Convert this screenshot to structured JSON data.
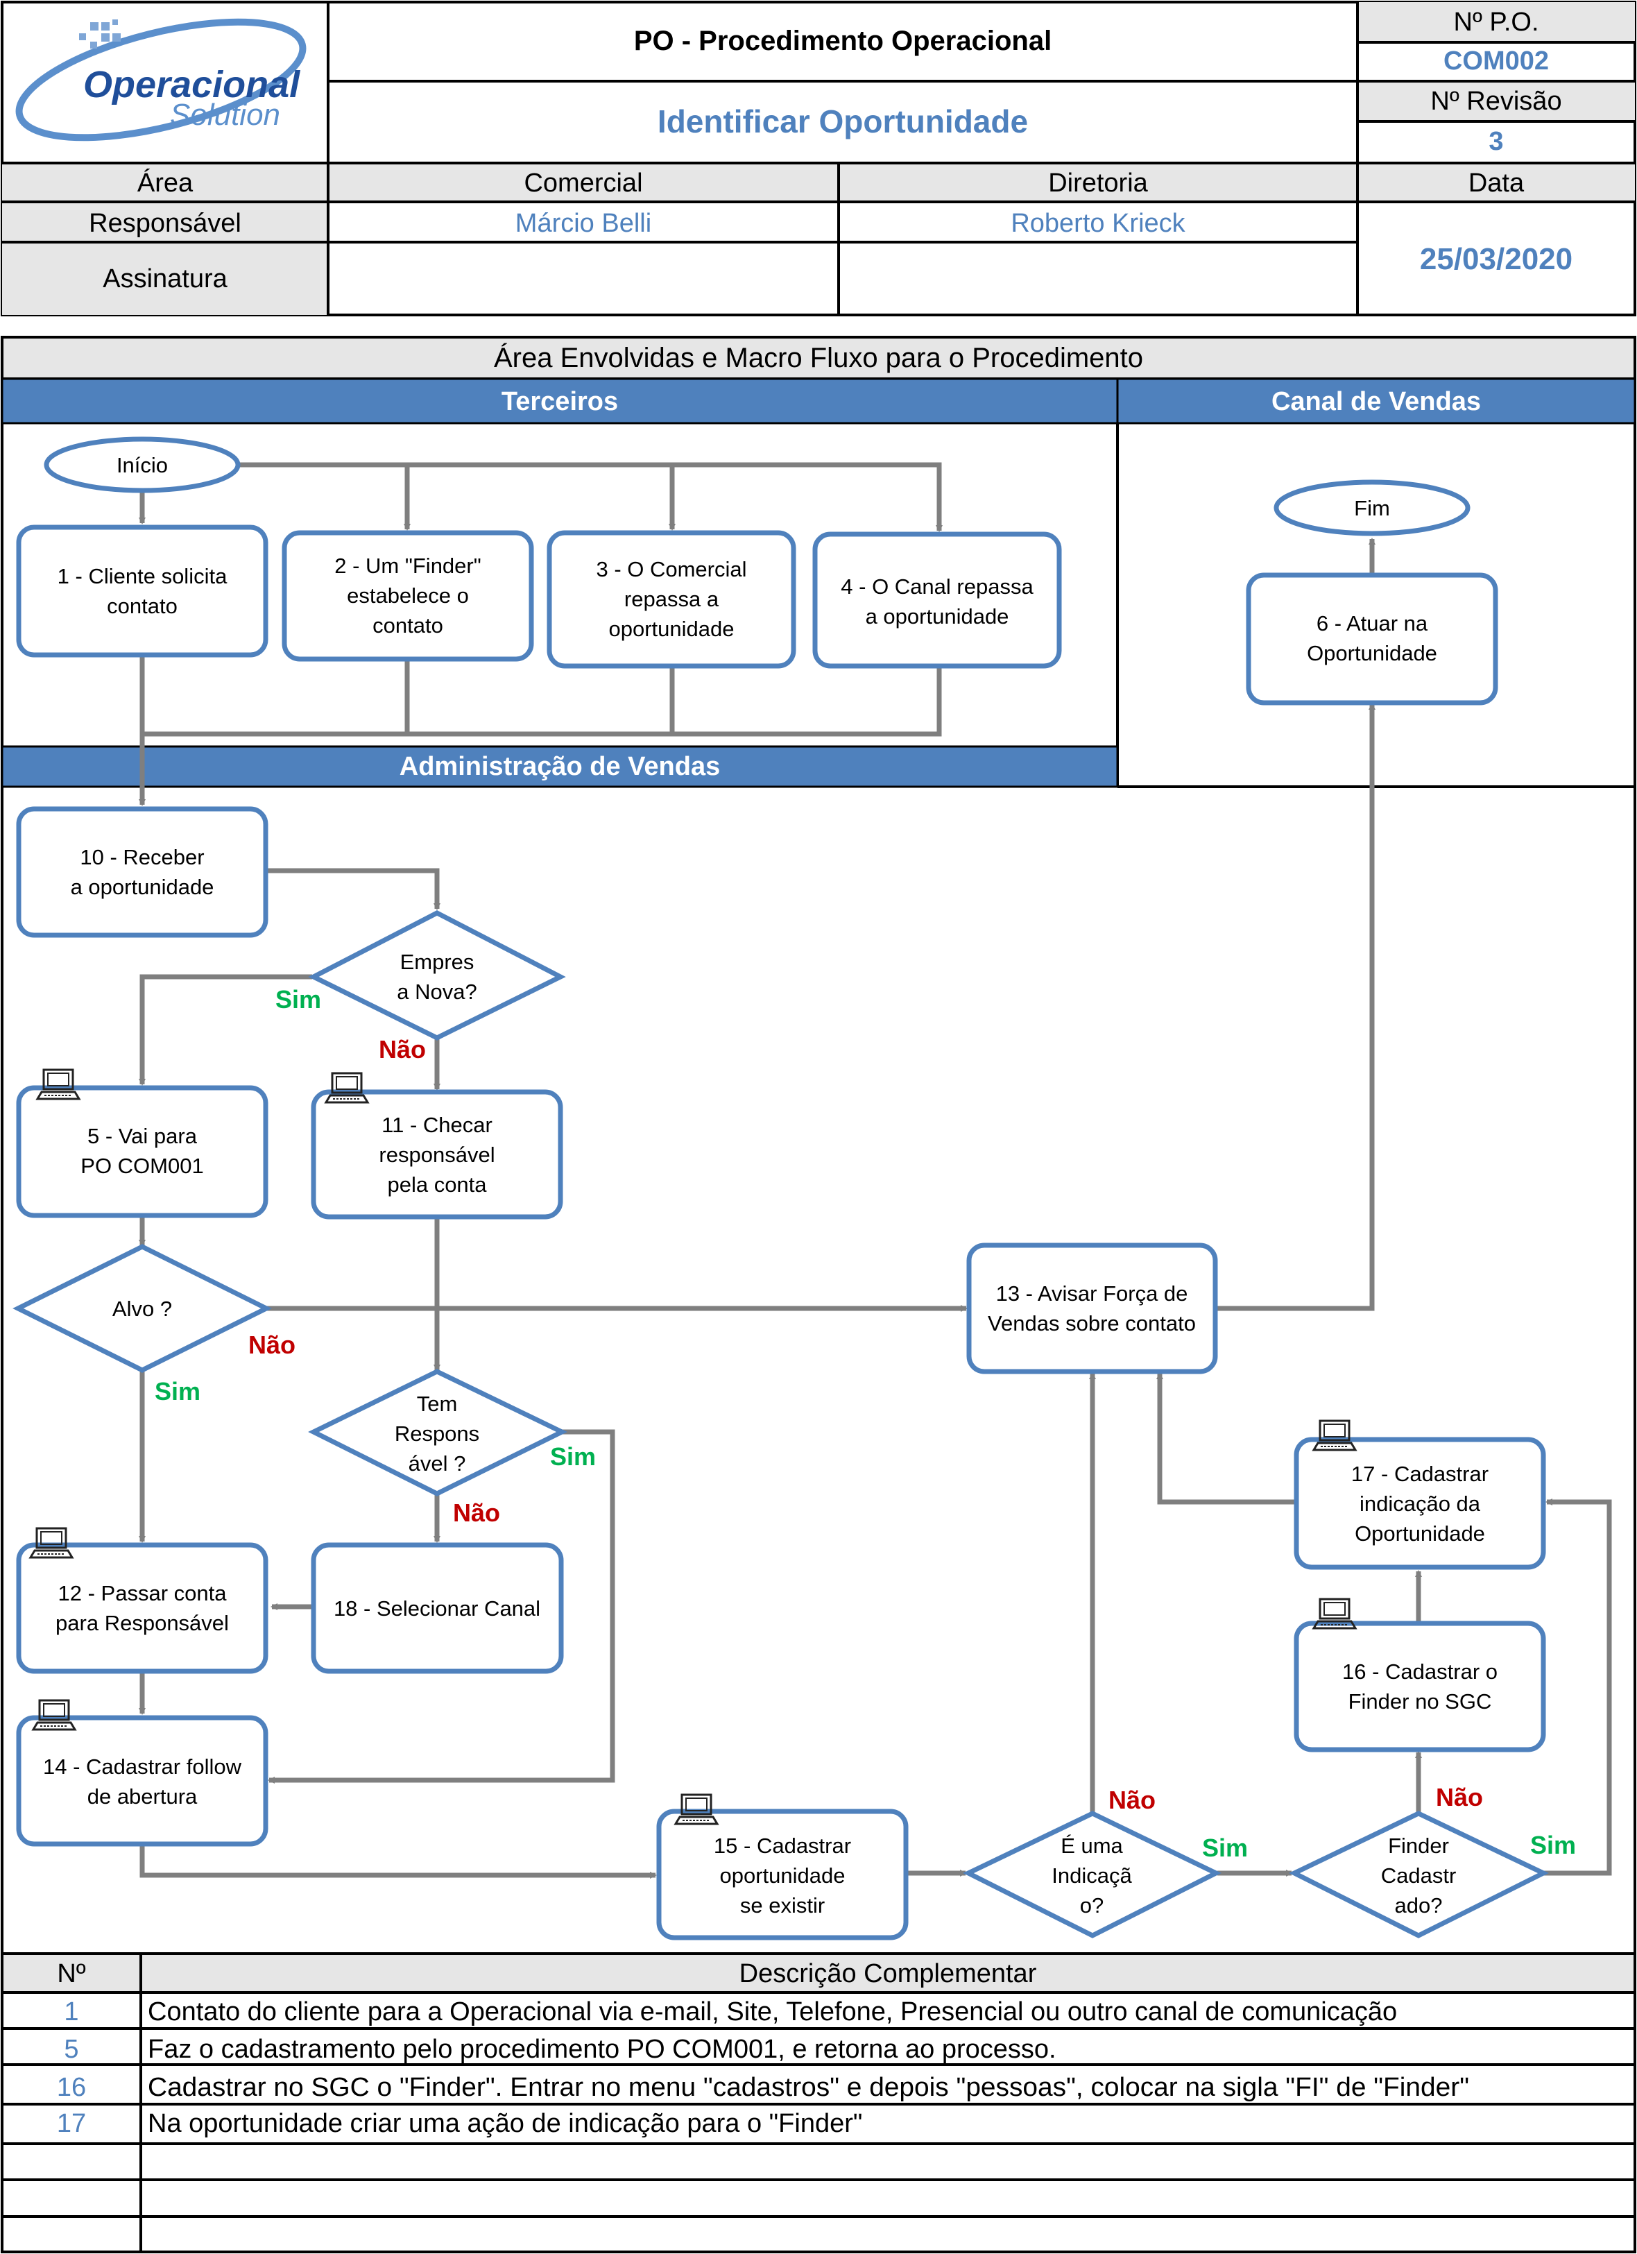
{
  "logo": {
    "line1": "Operacional",
    "line2": "Solution"
  },
  "header": {
    "title": "PO - Procedimento Operacional",
    "subtitle": "Identificar Oportunidade",
    "po_label": "Nº P.O.",
    "po_value": "COM002",
    "rev_label": "Nº Revisão",
    "rev_value": "3",
    "area_label": "Área",
    "comercial_label": "Comercial",
    "diretoria_label": "Diretoria",
    "data_label": "Data",
    "responsavel_label": "Responsável",
    "responsavel_comercial": "Márcio Belli",
    "responsavel_diretoria": "Roberto Krieck",
    "data_value": "25/03/2020",
    "assinatura_label": "Assinatura"
  },
  "section_title": "Área Envolvidas e Macro Fluxo para o Procedimento",
  "lanes": {
    "terceiros": "Terceiros",
    "canal": "Canal de Vendas",
    "admin": "Administração de Vendas"
  },
  "nodes": {
    "inicio": "Início",
    "fim": "Fim",
    "n1": [
      "1 - Cliente solicita",
      "contato"
    ],
    "n2": [
      "2 - Um \"Finder\"",
      "estabelece o",
      "contato"
    ],
    "n3": [
      "3 - O Comercial",
      "repassa a",
      "oportunidade"
    ],
    "n4": [
      "4 - O Canal repassa",
      "a oportunidade"
    ],
    "n6": [
      "6 - Atuar na",
      "Oportunidade"
    ],
    "n10": [
      "10 - Receber",
      "a oportunidade"
    ],
    "d_empresa": [
      "Empres",
      "a Nova?"
    ],
    "n5": [
      "5 - Vai para",
      "PO COM001"
    ],
    "n11": [
      "11 - Checar",
      "responsável",
      "pela conta"
    ],
    "d_alvo": [
      "Alvo ?"
    ],
    "n13": [
      "13 - Avisar Força de",
      "Vendas sobre contato"
    ],
    "d_resp": [
      "Tem",
      "Respons",
      "ável ?"
    ],
    "n17": [
      "17 - Cadastrar",
      "indicação da",
      "Oportunidade"
    ],
    "n12": [
      "12 - Passar conta",
      "para Responsável"
    ],
    "n18": [
      "18 - Selecionar Canal"
    ],
    "n16": [
      "16 - Cadastrar o",
      "Finder no SGC"
    ],
    "n14": [
      "14 - Cadastrar follow",
      "de abertura"
    ],
    "n15": [
      "15 - Cadastrar",
      "oportunidade",
      "se existir"
    ],
    "d_indic": [
      "É uma",
      "Indicaçã",
      "o?"
    ],
    "d_finder": [
      "Finder",
      "Cadastr",
      "ado?"
    ]
  },
  "labels": {
    "sim": "Sim",
    "nao": "Não"
  },
  "colors": {
    "blue": "#4F81BD",
    "header_blue": "#4A7EBB",
    "gray": "#7F7F7F",
    "green": "#00B050",
    "red": "#C00000",
    "light_gray": "#E6E6E6"
  },
  "desc": {
    "col_no": "Nº",
    "col_desc": "Descrição Complementar",
    "rows": [
      {
        "n": "1",
        "t": "Contato do cliente para a Operacional via e-mail, Site, Telefone, Presencial ou outro canal de comunicação"
      },
      {
        "n": "5",
        "t": "Faz o cadastramento pelo procedimento PO COM001, e retorna ao processo."
      },
      {
        "n": "16",
        "t": "Cadastrar no SGC o \"Finder\". Entrar no menu \"cadastros\" e depois \"pessoas\", colocar na sigla \"FI\" de \"Finder\""
      },
      {
        "n": "17",
        "t": "Na oportunidade criar uma ação de indicação para o \"Finder\""
      },
      {
        "n": "",
        "t": ""
      },
      {
        "n": "",
        "t": ""
      },
      {
        "n": "",
        "t": ""
      }
    ]
  }
}
